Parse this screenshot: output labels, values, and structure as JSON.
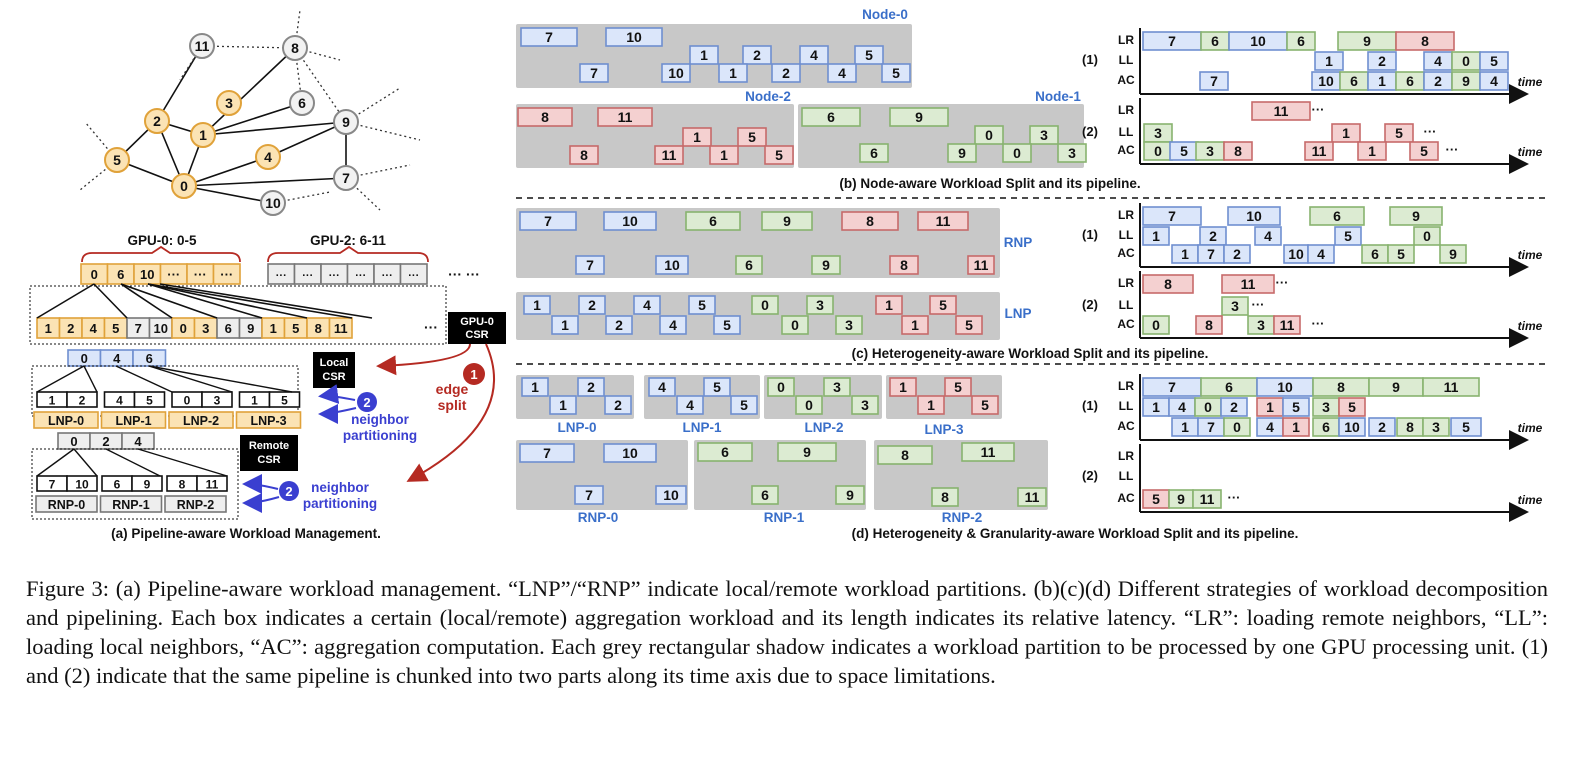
{
  "graph": {
    "nodes": [
      {
        "id": "0",
        "kind": "local"
      },
      {
        "id": "1",
        "kind": "local"
      },
      {
        "id": "2",
        "kind": "local"
      },
      {
        "id": "3",
        "kind": "local"
      },
      {
        "id": "4",
        "kind": "local"
      },
      {
        "id": "5",
        "kind": "local"
      },
      {
        "id": "6",
        "kind": "remote"
      },
      {
        "id": "7",
        "kind": "remote"
      },
      {
        "id": "8",
        "kind": "remote"
      },
      {
        "id": "9",
        "kind": "remote"
      },
      {
        "id": "10",
        "kind": "remote"
      },
      {
        "id": "11",
        "kind": "remote"
      }
    ]
  },
  "panel_a": {
    "gpu0_label": "GPU-0: 0-5",
    "gpu2_label": "GPU-2: 6-11",
    "row_ptr": [
      "0",
      "6",
      "10",
      "···",
      "···",
      "···"
    ],
    "ellipsis": "···  ···",
    "edge_list": [
      "1",
      "2",
      "4",
      "5",
      "7",
      "10",
      "0",
      "3",
      "6",
      "9",
      "1",
      "5",
      "8",
      "11"
    ],
    "edge_list_more": "···",
    "gpu_csr": "GPU-0\nCSR",
    "local_csr": "Local\nCSR",
    "remote_csr": "Remote\nCSR",
    "local_ptr": [
      "0",
      "4",
      "6"
    ],
    "local_pairs": [
      [
        "1",
        "2"
      ],
      [
        "4",
        "5"
      ],
      [
        "0",
        "3"
      ],
      [
        "1",
        "5"
      ]
    ],
    "lnp_labels": [
      "LNP-0",
      "LNP-1",
      "LNP-2",
      "LNP-3"
    ],
    "remote_ptr": [
      "0",
      "2",
      "4"
    ],
    "remote_pairs": [
      [
        "7",
        "10"
      ],
      [
        "6",
        "9"
      ],
      [
        "8",
        "11"
      ]
    ],
    "rnp_labels": [
      "RNP-0",
      "RNP-1",
      "RNP-2"
    ],
    "step1": "1",
    "step1_label": "edge\nsplit",
    "step2": "2",
    "neighbor_partitioning": "neighbor\npartitioning",
    "caption": "(a) Pipeline-aware Workload Management."
  },
  "labels": {
    "node0": "Node-0",
    "node1": "Node-1",
    "node2": "Node-2",
    "rnp": "RNP",
    "lnp": "LNP",
    "lr": "LR",
    "ll": "LL",
    "ac": "AC",
    "time": "time",
    "p1": "(1)",
    "p2": "(2)",
    "dots": "···",
    "caption_b": "(b) Node-aware Workload Split and its pipeline.",
    "caption_c": "(c) Heterogeneity-aware Workload Split and its pipeline.",
    "caption_d": "(d) Heterogeneity & Granularity-aware Workload Split and its pipeline.",
    "lnp0": "LNP-0",
    "lnp1": "LNP-1",
    "lnp2": "LNP-2",
    "lnp3": "LNP-3",
    "rnp0": "RNP-0",
    "rnp1": "RNP-1",
    "rnp2": "RNP-2"
  },
  "colors": {
    "blue_fill": "#dbe6fa",
    "blue_stroke": "#6f8fd0",
    "green_fill": "#dcebd2",
    "green_stroke": "#88b36f",
    "red_fill": "#f4d0d0",
    "red_stroke": "#c66a6a",
    "shadow": "#c8c8c8",
    "accent_blue": "#3a6fc9",
    "accent_red": "#b52a22",
    "orange_fill": "#fbe3b4",
    "orange_stroke": "#e0a23a"
  },
  "caption": "Figure 3: (a) Pipeline-aware workload management. “LNP”/“RNP” indicate local/remote workload partitions. (b)(c)(d) Different strategies of workload decomposition and pipelining. Each box indicates a certain (local/remote) aggregation workload and its length indicates its relative latency. “LR”: loading remote neighbors, “LL”: loading local neighbors, “AC”: aggregation computation. Each grey rectangular shadow indicates a workload partition to be processed by one GPU processing unit. (1) and (2) indicate that the same pipeline is chunked into two parts along its time axis due to space limitations."
}
